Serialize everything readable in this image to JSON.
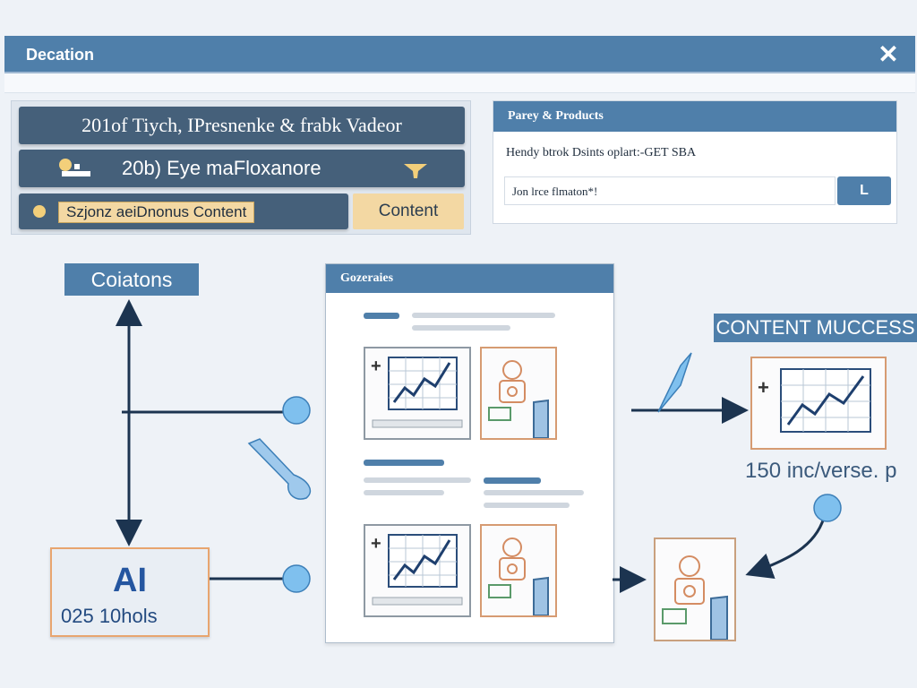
{
  "window": {
    "title": "Decation",
    "close_symbol": "✕"
  },
  "left_panel": {
    "row1": "201of Tiych, IPresnenke & frabk Vadeor",
    "row2": "20b) Eye maFloxanore",
    "row3_chip": "Szjonz aeiDnonus Content",
    "content_button": "Content",
    "icons": [
      "camera-icon",
      "lightbulb-icon"
    ]
  },
  "right_panel": {
    "header": "Parey & Products",
    "line": "Hendy btrok Dsints oplart:-GET SBA",
    "field_value": "Jon lrce flmaton*!",
    "button": "L"
  },
  "labels": {
    "cations": "Coiatons",
    "content_success": "CONTENT MUCCESS"
  },
  "document": {
    "header": "Gozeraies",
    "cards": [
      "chart-card",
      "robot-card",
      "chart-card",
      "robot-card"
    ]
  },
  "ai_box": {
    "title": "AI",
    "numbers": "025  10hols"
  },
  "output": {
    "stat": "150 inc/verse. p"
  },
  "colors": {
    "header_blue": "#4f7faa",
    "dark_bar": "#45607a",
    "accent_yellow": "#f3d8a3",
    "accent_orange": "#e8a56f",
    "node_blue": "#7fc0ee"
  }
}
